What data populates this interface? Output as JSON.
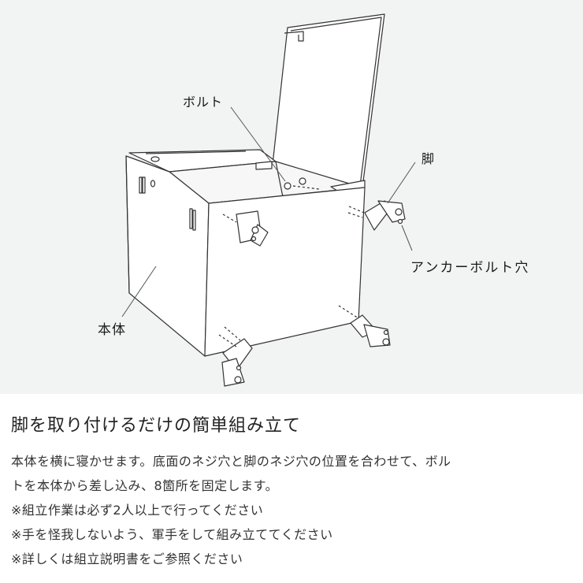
{
  "figure": {
    "background": "#f2f3f3",
    "line_color": "#333333",
    "labels": {
      "bolt": "ボルト",
      "leg": "脚",
      "anchor_hole": "アンカーボルト穴",
      "body": "本体"
    }
  },
  "section": {
    "title": "脚を取り付けるだけの簡単組み立て",
    "paragraph": [
      "本体を横に寝かせます。底面のネジ穴と脚のネジ穴の位置を合わせて、ボル",
      "トを本体から差し込み、8箇所を固定します。"
    ],
    "notes": [
      "※組立作業は必ず2人以上で行ってください",
      "※手を怪我しないよう、軍手をして組み立ててください",
      "※詳しくは組立説明書をご参照ください"
    ]
  }
}
